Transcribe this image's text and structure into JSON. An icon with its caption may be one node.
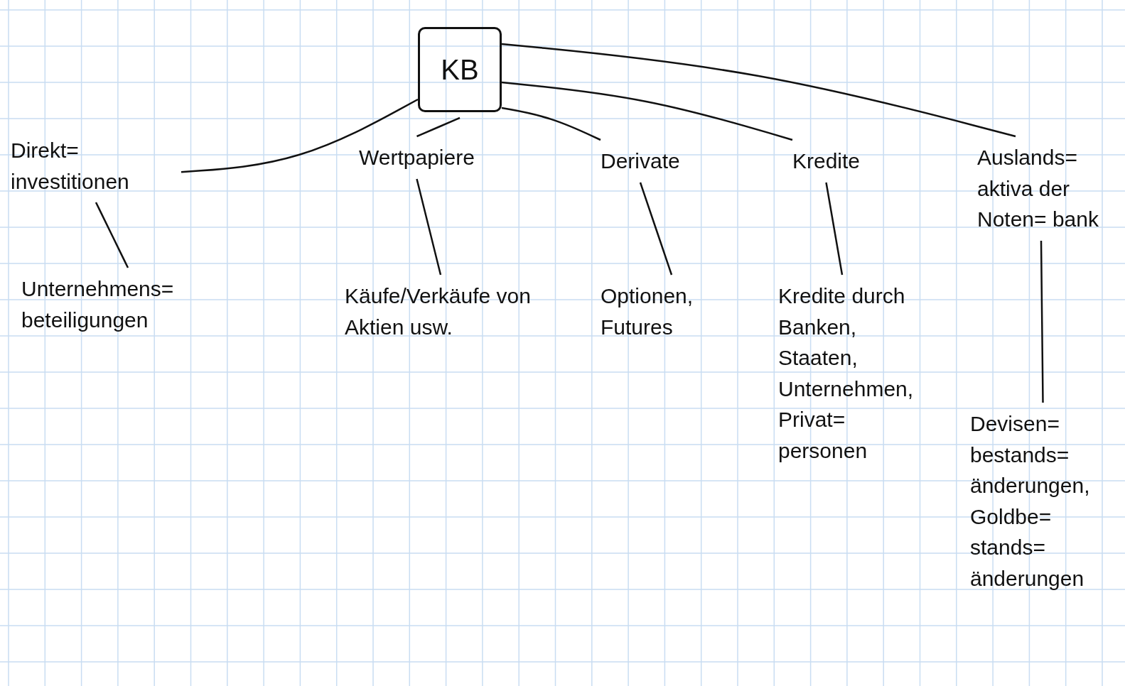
{
  "diagram": {
    "nodes": [
      {
        "text": [
          "KB"
        ]
      },
      {
        "text": [
          "Direkt= investitionen"
        ]
      },
      {
        "text": [
          "Unternehmens= beteiligungen"
        ]
      },
      {
        "text": [
          "Wertpapiere"
        ]
      },
      {
        "text": [
          "Käufe/Verkäufe von Aktien usw."
        ]
      },
      {
        "text": [
          "Derivate"
        ]
      },
      {
        "text": [
          "Optionen, Futures"
        ]
      },
      {
        "text": [
          "Kredite"
        ]
      },
      {
        "text": [
          "Kredite durch Banken, Staaten, Unternehmen, Privat= personen"
        ]
      },
      {
        "text": [
          "Auslands= aktiva der Noten= bank"
        ]
      },
      {
        "text": [
          "Devisen= bestands= änderungen, Goldbe= stands= änderungen"
        ]
      }
    ],
    "edges": [
      {
        "from": 0,
        "to": 1,
        "arrow": "none"
      },
      {
        "from": 0,
        "to": 3,
        "arrow": "none"
      },
      {
        "from": 0,
        "to": 5,
        "arrow": "none"
      },
      {
        "from": 0,
        "to": 7,
        "arrow": "none"
      },
      {
        "from": 0,
        "to": 9,
        "arrow": "none"
      },
      {
        "from": 1,
        "to": 2,
        "arrow": "none"
      },
      {
        "from": 3,
        "to": 4,
        "arrow": "none"
      },
      {
        "from": 5,
        "to": 6,
        "arrow": "none"
      },
      {
        "from": 7,
        "to": 8,
        "arrow": "none"
      },
      {
        "from": 9,
        "to": 10,
        "arrow": "none"
      }
    ]
  }
}
